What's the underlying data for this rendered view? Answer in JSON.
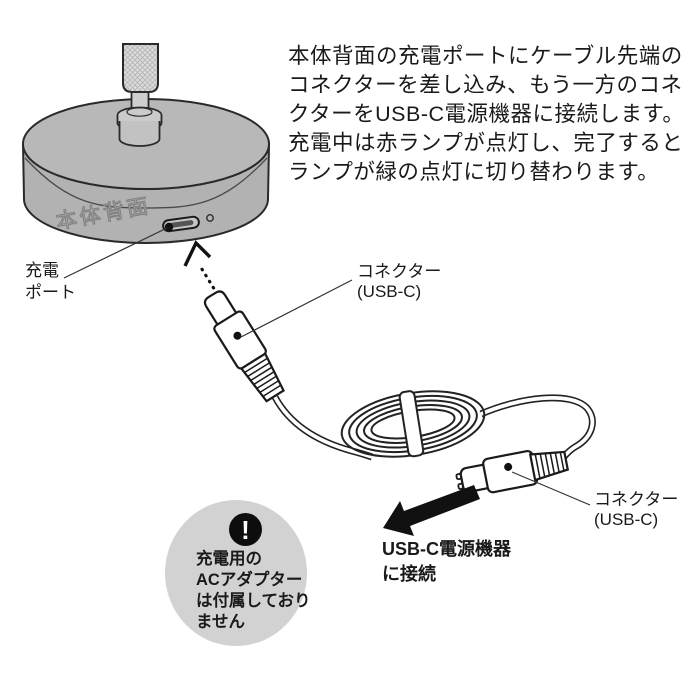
{
  "instructions": {
    "lines": [
      "本体背面の充電ポートにケーブル先端の",
      "コネクターを差し込み、もう一方のコネ",
      "クターをUSB-C電源機器に接続します。",
      "充電中は赤ランプが点灯し、完了すると",
      "ランプが緑の点灯に切り替わります。"
    ]
  },
  "device": {
    "back_face_label": "本体背面",
    "charging_port_label": {
      "line1": "充電",
      "line2": "ポート"
    }
  },
  "connector_top_label": {
    "line1": "コネクター",
    "line2": "(USB-C)"
  },
  "connector_bottom_label": {
    "line1": "コネクター",
    "line2": "(USB-C)"
  },
  "action_label": {
    "line1": "USB-C電源機器",
    "line2": "に接続"
  },
  "warning": {
    "icon_glyph": "!",
    "lines": [
      "充電用の",
      "ACアダプター",
      "は付属しており",
      "ません"
    ]
  },
  "colors": {
    "outline": "#2a2a2a",
    "base_gray": "#b8b8b8",
    "pole_gray": "#dcdcdc",
    "warning_bg": "#d2d2d2",
    "black": "#111111",
    "white": "#ffffff"
  }
}
